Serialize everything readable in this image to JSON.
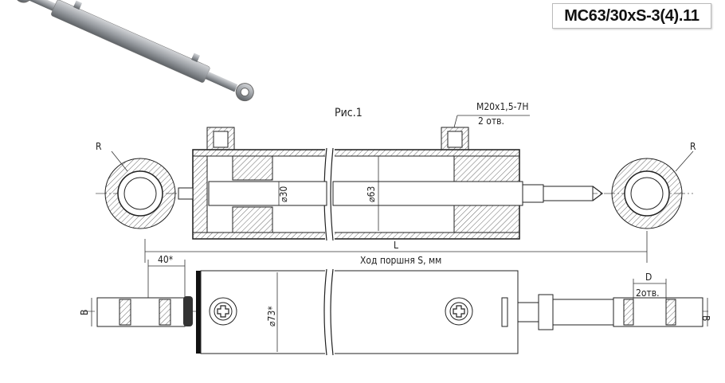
{
  "title": "MC63/30xS-3(4).11",
  "figure_label": "Рис.1",
  "thread_callout": {
    "thread": "M20x1,5-7H",
    "holes": "2 отв."
  },
  "radius_left": "R",
  "radius_right": "R",
  "rod_diameter": "⌀30",
  "bore_diameter": "⌀63",
  "length_label": "L",
  "stroke_label": "Ход поршня S, мм",
  "offset_label": "40*",
  "outer_diameter": "⌀73*",
  "pin_diameter_label": "D",
  "pin_holes_label": "2отв.",
  "width_left": "B",
  "width_right": "B",
  "colors": {
    "line": "#222222",
    "model_body": "#9a9ea3"
  }
}
